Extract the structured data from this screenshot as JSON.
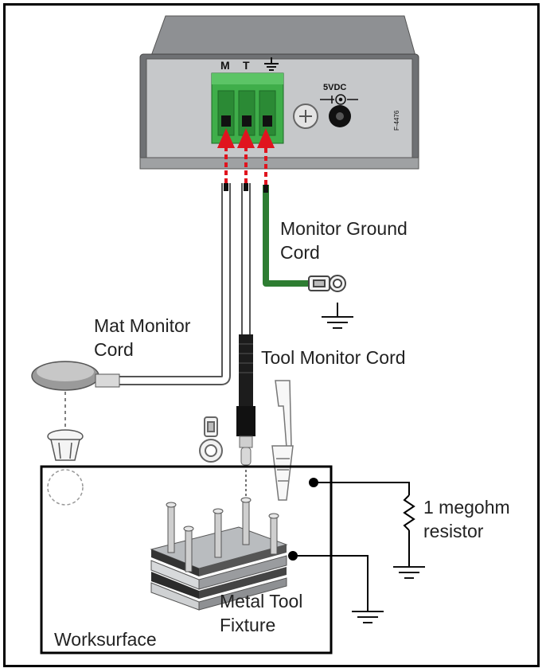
{
  "device": {
    "terminal_m": "M",
    "terminal_t": "T",
    "terminal_ground_icon": "ground-symbol",
    "power_label": "5VDC",
    "part_number": "F-4476"
  },
  "labels": {
    "monitor_ground_line1": "Monitor Ground",
    "monitor_ground_line2": "Cord",
    "mat_monitor_line1": "Mat Monitor",
    "mat_monitor_line2": "Cord",
    "tool_monitor": "Tool Monitor Cord",
    "resistor_line1": "1 megohm",
    "resistor_line2": "resistor",
    "fixture_line1": "Metal Tool",
    "fixture_line2": "Fixture",
    "worksurface": "Worksurface"
  },
  "colors": {
    "ground_cord": "#2e7d32",
    "arrow": "#e0141e",
    "terminal_block": "#3fae4a",
    "device_body": "#9a9c9f",
    "device_face": "#c9cbcd"
  }
}
